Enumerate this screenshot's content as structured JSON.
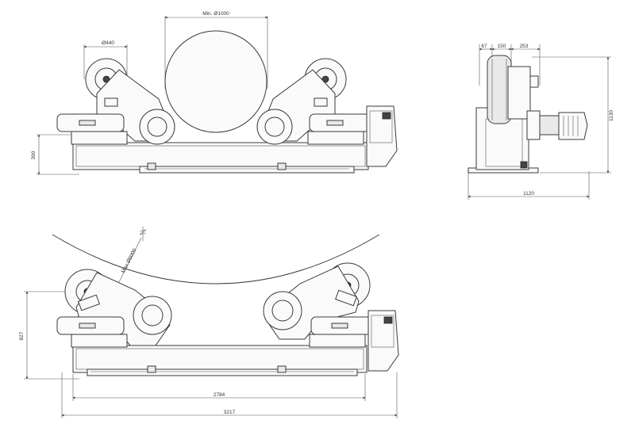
{
  "front_view": {
    "dim_top_min_dia": "Min. Ø1000",
    "dim_wheel_dia": "Ø440",
    "dim_height_left": "390"
  },
  "side_view": {
    "dim_top_a": "67",
    "dim_top_b": "150",
    "dim_top_c": "253",
    "dim_height_right": "1130",
    "dim_width_bottom": "1120"
  },
  "front_view_max": {
    "dim_max_dia": "Max Ø6000",
    "dim_height_left": "827",
    "dim_width_inner": "2784",
    "dim_width_outer": "3217"
  }
}
